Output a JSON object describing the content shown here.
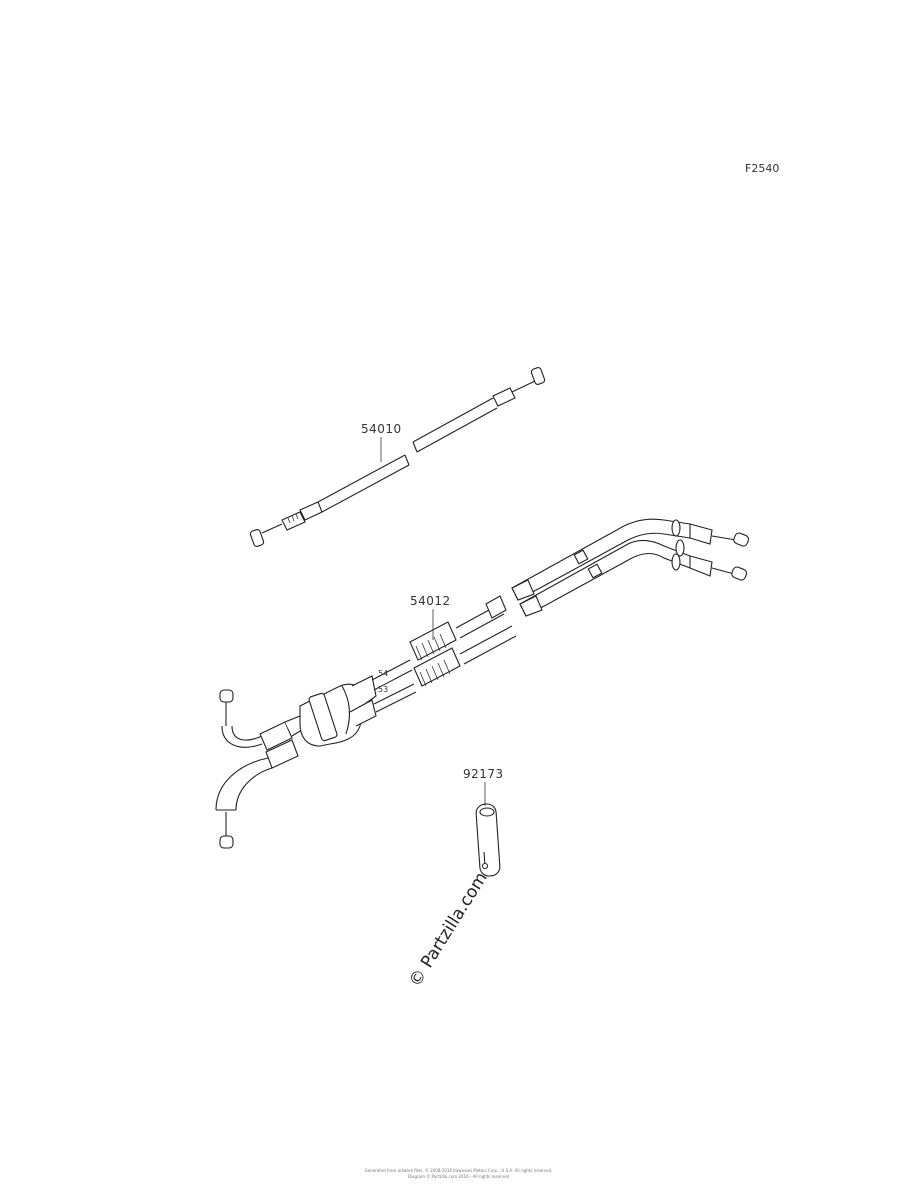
{
  "diagram": {
    "ref_code": "F2540",
    "parts": [
      {
        "id": "54010",
        "label": "54010"
      },
      {
        "id": "54012",
        "label": "54012"
      },
      {
        "id": "92173",
        "label": "92173"
      }
    ],
    "watermark": "© Partzilla.com"
  },
  "footer": {
    "line1": "Generated from artwork files, © 2008-2016 Kawasaki Motors Corp., U.S.A. All rights reserved.",
    "line2": "Diagram © Partzilla.com 2016 - All rights reserved"
  }
}
